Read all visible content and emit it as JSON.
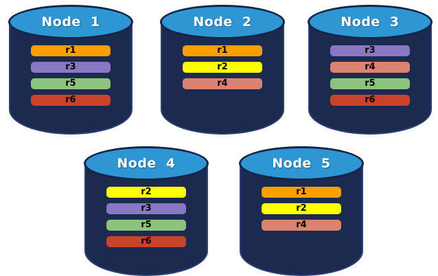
{
  "colors": {
    "background": "#FFFFFF",
    "cylinder_body": "#1B2A4E",
    "cylinder_body_edge": "#2E4075",
    "cylinder_top": "#2E96D2",
    "cylinder_outline": "#152449",
    "title_text": "#FFFFFF",
    "bar_text": "#000000",
    "replica_colors": {
      "r1": "#F9A000",
      "r2": "#FFFF00",
      "r3": "#8878C3",
      "r4": "#DC8271",
      "r5": "#8CC47D",
      "r6": "#C9432B"
    }
  },
  "nodes": [
    {
      "title": "Node 1",
      "replicas": [
        "r1",
        "r3",
        "r5",
        "r6"
      ]
    },
    {
      "title": "Node 2",
      "replicas": [
        "r1",
        "r2",
        "r4"
      ]
    },
    {
      "title": "Node 3",
      "replicas": [
        "r3",
        "r4",
        "r5",
        "r6"
      ]
    },
    {
      "title": "Node 4",
      "replicas": [
        "r2",
        "r3",
        "r5",
        "r6"
      ]
    },
    {
      "title": "Node 5",
      "replicas": [
        "r1",
        "r2",
        "r4"
      ]
    }
  ]
}
